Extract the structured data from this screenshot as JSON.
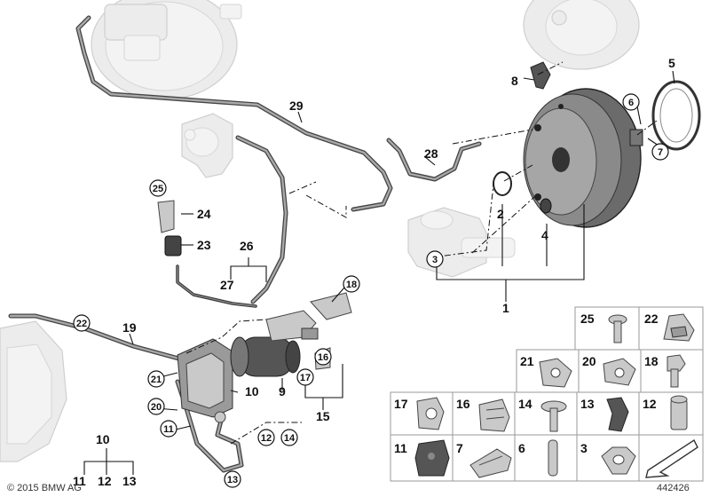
{
  "callouts": {
    "c1": "1",
    "c2": "2",
    "c3": "3",
    "c4": "4",
    "c5": "5",
    "c6": "6",
    "c7": "7",
    "c8": "8",
    "c9": "9",
    "c10": "10",
    "c10b": "10",
    "c11": "11",
    "c12": "12",
    "c13": "13",
    "c14": "14",
    "c15": "15",
    "c16": "16",
    "c17": "17",
    "c18": "18",
    "c19": "19",
    "c20": "20",
    "c21": "21",
    "c22": "22",
    "c23": "23",
    "c24": "24",
    "c25": "25",
    "c26": "26",
    "c27": "27",
    "c28": "28",
    "c29": "29",
    "g11": "11",
    "g12": "12",
    "g13": "13"
  },
  "grid": {
    "r1": [
      "25",
      "22"
    ],
    "r2": [
      "21",
      "20",
      "18"
    ],
    "r3": [
      "17",
      "16",
      "14",
      "13",
      "12"
    ],
    "r4": [
      "11",
      "7",
      "6",
      "3",
      ""
    ]
  },
  "footer": {
    "copyright": "© 2015 BMW AG",
    "diagram_number": "442426"
  }
}
